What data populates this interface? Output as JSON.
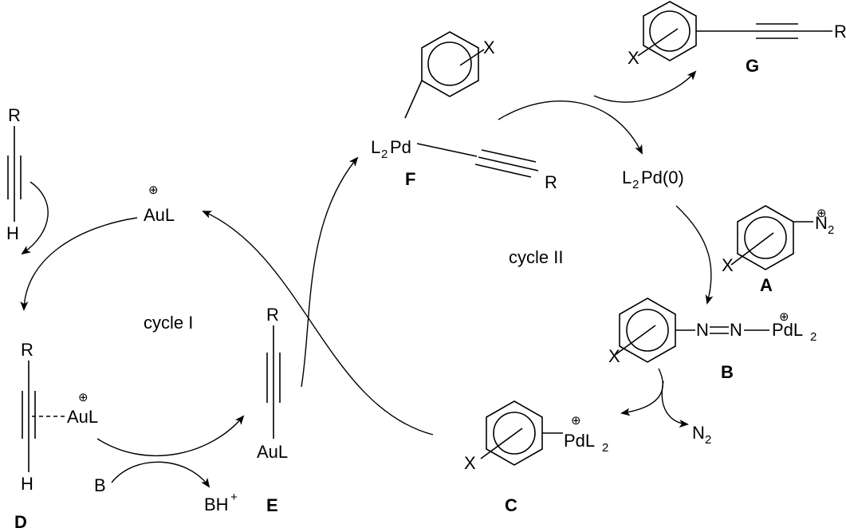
{
  "labels": {
    "r_alkyne": "R",
    "h_alkyne": "H",
    "au_cation": "AuL",
    "cycle1": "cycle I",
    "cycle2": "cycle II",
    "r_d": "R",
    "h_d": "H",
    "aul_d": "AuL",
    "cmp_d": "D",
    "base": "B",
    "bh_prefix": "BH",
    "bh_charge": "+",
    "r_e": "R",
    "aul_e": "AuL",
    "cmp_e": "E",
    "x_f": "X",
    "l2pd_f_l": "L",
    "l2pd_f_2": "2",
    "l2pd_f_pd": "Pd",
    "r_f": "R",
    "cmp_f": "F",
    "x_g": "X",
    "r_g": "R",
    "cmp_g": "G",
    "pd0_l": "L",
    "pd0_2": "2",
    "pd0_rest": "Pd(0)",
    "x_a": "X",
    "n2_a_n": "N",
    "n2_a_2": "2",
    "cmp_a": "A",
    "x_b": "X",
    "azo": "N=N",
    "pdl2_b_pd": "PdL",
    "pdl2_b_2": "2",
    "cmp_b": "B",
    "n2_byproduct_n": "N",
    "n2_byproduct_2": "2",
    "x_c": "X",
    "pdl2_c_pd": "PdL",
    "pdl2_c_2": "2",
    "cmp_c": "C",
    "plus_symbol": "⊕"
  },
  "colors": {
    "ink": "#000000",
    "background": "#ffffff"
  }
}
